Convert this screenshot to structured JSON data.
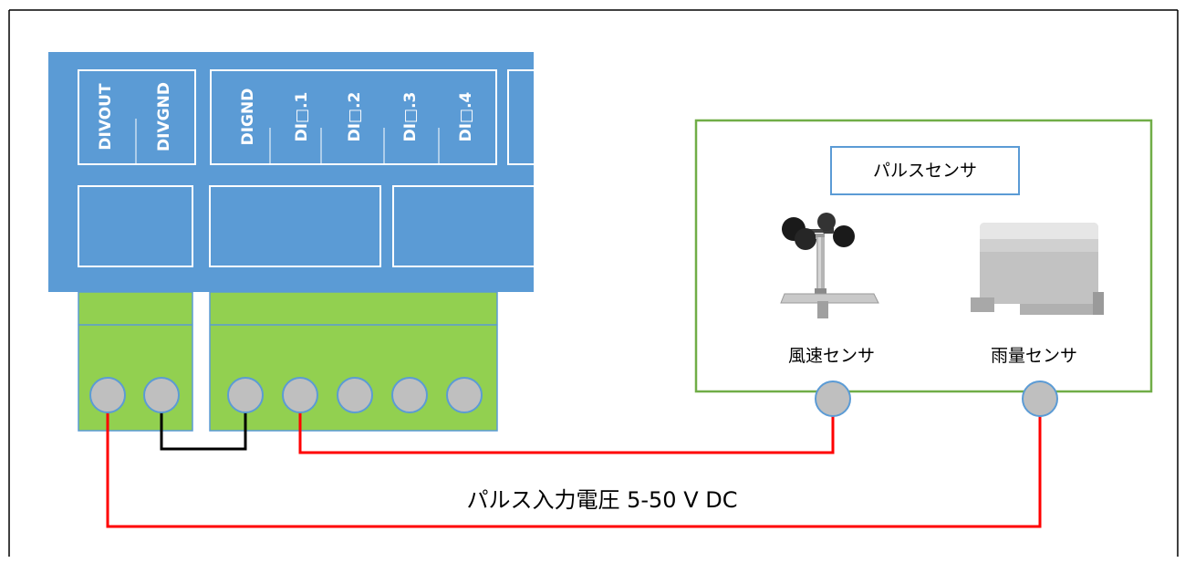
{
  "terminals": {
    "divout": "DIVOUT",
    "divgnd": "DIVGND",
    "dignd": "DIGND",
    "di1": "DI□.1",
    "di2": "DI□.2",
    "di3": "DI□.3",
    "di4": "DI□.4"
  },
  "sensor_group": {
    "title": "パルスセンサ",
    "wind_sensor": "風速センサ",
    "rain_sensor": "雨量センサ"
  },
  "voltage_label": "パルス入力電圧 5-50 V DC",
  "colors": {
    "module_blue": "#5b9bd5",
    "terminal_green": "#92d050",
    "group_border": "#70ad47",
    "wire_red": "#ff0000",
    "wire_black": "#000000",
    "screw_gray": "#bfbfbf"
  }
}
